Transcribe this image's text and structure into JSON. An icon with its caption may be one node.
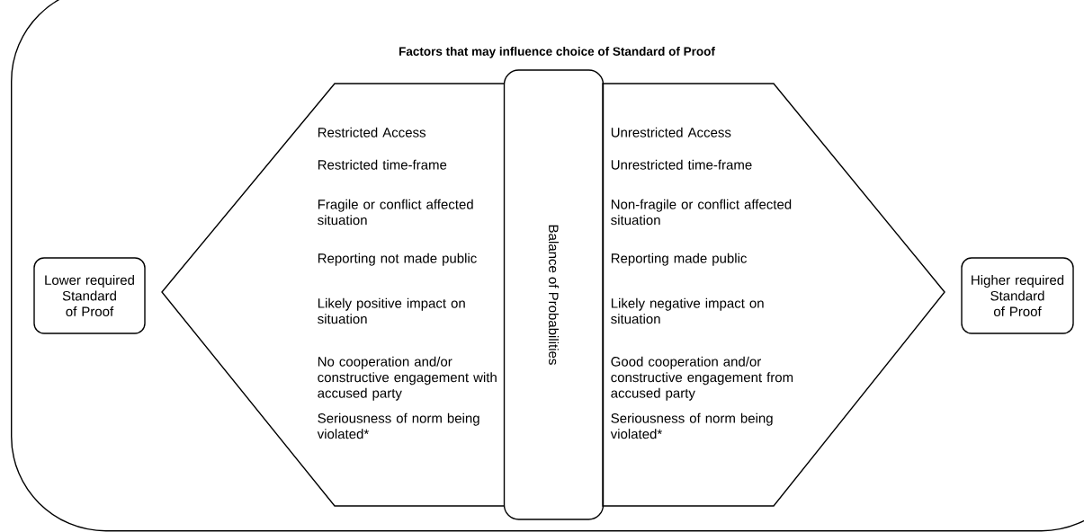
{
  "diagram": {
    "nodes": [
      {
        "text": [
          "Factors that may influence choice of Standard of Proof"
        ]
      },
      {
        "text": [
          "Lower required Standard of Proof"
        ],
        "in": 0
      },
      {
        "text": [
          "Restricted Access",
          "Restricted time-frame",
          "Fragile or conflict affected situation",
          "Reporting not made public",
          "Likely positive impact on situation",
          "No cooperation and/or constructive engagement with accused party",
          "Seriousness of norm being violated*"
        ],
        "in": 0
      },
      {
        "text": [
          "Balance of Probabilities"
        ],
        "in": 0
      },
      {
        "text": [
          "Unrestricted Access",
          "Unrestricted time-frame",
          "Non-fragile or conflict affected situation",
          "Reporting made public",
          "Likely negative impact on situation",
          "Good cooperation and/or constructive engagement from accused party",
          "Seriousness of norm being violated*"
        ],
        "in": 0
      },
      {
        "text": [
          "Higher required Standard of Proof"
        ],
        "in": 0
      }
    ]
  }
}
